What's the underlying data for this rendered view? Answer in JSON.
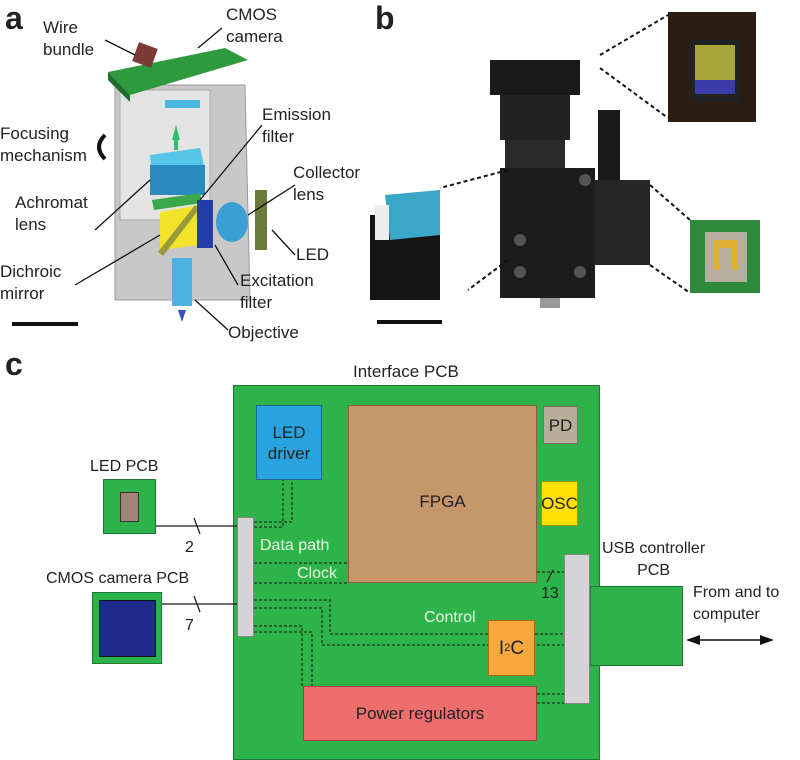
{
  "panels": {
    "a": "a",
    "b": "b",
    "c": "c"
  },
  "panel_a": {
    "labels": {
      "wire_bundle": [
        "Wire",
        "bundle"
      ],
      "cmos_camera": [
        "CMOS",
        "camera"
      ],
      "focusing_mechanism": [
        "Focusing",
        "mechanism"
      ],
      "emission_filter": [
        "Emission",
        "filter"
      ],
      "collector_lens": [
        "Collector",
        "lens"
      ],
      "achromat_lens": [
        "Achromat",
        "lens"
      ],
      "led": "LED",
      "dichroic_mirror": [
        "Dichroic",
        "mirror"
      ],
      "excitation_filter": [
        "Excitation",
        "filter"
      ],
      "objective": "Objective"
    }
  },
  "panel_c": {
    "interface_pcb": "Interface PCB",
    "led_driver": [
      "LED",
      "driver"
    ],
    "fpga": "FPGA",
    "pd": "PD",
    "osc": "OSC",
    "i2c": {
      "base": "I",
      "sup": "2",
      "tail": "C"
    },
    "power_regulators": "Power regulators",
    "led_pcb": "LED PCB",
    "cmos_camera_pcb": "CMOS camera PCB",
    "usb_controller_pcb": [
      "USB controller",
      "PCB"
    ],
    "from_to_computer": [
      "From and to",
      "computer"
    ],
    "data_path": "Data path",
    "clock": "Clock",
    "control": "Control",
    "bus_led": "2",
    "bus_cmos": "7",
    "bus_usb": "13"
  },
  "colors": {
    "pcb_green": "#2eb34a",
    "led_driver": "#29a3de",
    "fpga": "#c4966a",
    "pd": "#b8ad98",
    "osc": "#ffe000",
    "i2c": "#f6a83c",
    "power": "#ee6e6e",
    "connector": "#d4d4d6",
    "sensor": "#1e2b8c"
  }
}
